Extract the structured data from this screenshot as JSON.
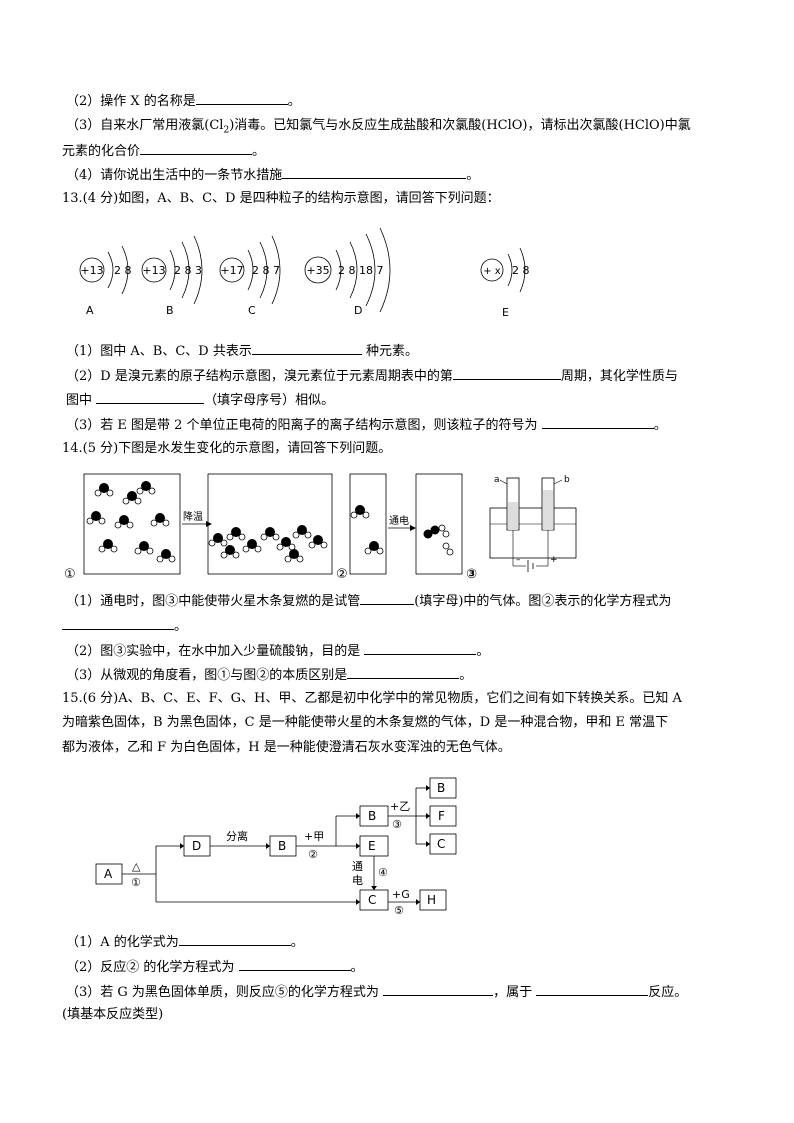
{
  "q12": {
    "p2": "（2）操作 X 的名称是",
    "p3a": "（3）自来水厂常用液氯(Cl",
    "p3sub": "2",
    "p3b": ")消毒。已知氯气与水反应生成盐酸和次氯酸(HClO)，请标出次氯酸(HClO)中氯",
    "p3c": "元素的化合价",
    "p4": "（4）请你说出生活中的一条节水措施",
    "period": "。"
  },
  "q13": {
    "title": "13.(4 分)如图，A、B、C、D 是四种粒子的结构示意图，请回答下列问题：",
    "atoms": [
      {
        "nucleus": "+13",
        "shells": "2  8",
        "label": "A"
      },
      {
        "nucleus": "+13",
        "shells": "2 8  3",
        "label": "B"
      },
      {
        "nucleus": "+17",
        "shells": "2 8  7",
        "label": "C"
      },
      {
        "nucleus": "+35",
        "shells": "2  8  18 7",
        "label": "D"
      },
      {
        "nucleus": "+ x",
        "shells": "2 8",
        "label": "E"
      }
    ],
    "p1a": "（1）图中 A、B、C、D 共表示",
    "p1b": "种元素。",
    "p2a": "（2）D 是溴元素的原子结构示意图，溴元素位于元素周期表中的第",
    "p2b": "周期，其化学性质与",
    "p2c": "图中",
    "p2d": "（填字母序号）相似。",
    "p3a": "（3）若 E 图是带 2 个单位正电荷的阳离子的离子结构示意图，则该粒子的符号为",
    "p3b": "。"
  },
  "q14": {
    "title": "14.(5 分)下图是水发生变化的示意图，请回答下列问题。",
    "arrow1": "降温",
    "arrow2": "通电",
    "label1": "①",
    "label2": "②",
    "label3": "③",
    "tube_a": "a",
    "tube_b": "b",
    "minus": "–",
    "plus": "+",
    "p1a": "（1）通电时，图③中能使带火星木条复燃的是试管",
    "p1b": "(填字母)中的气体。图②表示的化学方程式为",
    "p2a": "（2）图③实验中，在水中加入少量硫酸钠，目的是",
    "p3a": "（3）从微观的角度看，图①与图②的本质区别是",
    "period": "。"
  },
  "q15": {
    "line1": "15.(6 分)A、B、C、E、F、G、H、甲、乙都是初中化学中的常见物质，它们之间有如下转换关系。已知 A",
    "line2": "为暗紫色固体，B 为黑色固体，C 是一种能使带火星的木条复燃的气体，D 是一种混合物，甲和 E 常温下",
    "line3": "都为液体，乙和 F 为白色固体，H 是一种能使澄清石灰水变浑浊的无色气体。",
    "diagram": {
      "A": "A",
      "D": "D",
      "B1": "B",
      "B2": "B",
      "E": "E",
      "C": "C",
      "H": "H",
      "Bo": "B",
      "F": "F",
      "Co": "C",
      "fenli": "分离",
      "jia": "+甲",
      "yi": "+乙",
      "g": "+G",
      "tong": "通",
      "dian": "电",
      "c1": "①",
      "c2": "②",
      "c3": "③",
      "c4": "④",
      "c5": "⑤",
      "heat": "△"
    },
    "p1": "（1）A 的化学式为",
    "p2": "（2）反应② 的化学方程式为",
    "p3a": "（3）若 G 为黑色固体单质，则反应⑤的化学方程式为",
    "p3b": "，属于",
    "p3c": "反应。",
    "p3d": "(填基本反应类型)",
    "period": "。"
  }
}
